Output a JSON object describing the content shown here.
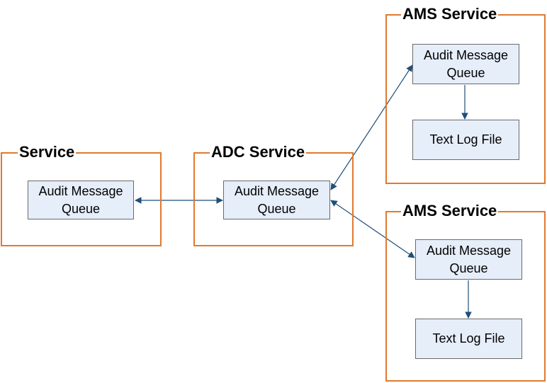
{
  "diagram": {
    "colors": {
      "group_border": "#e07a2e",
      "node_fill": "#e6eefa",
      "node_border": "#6a6a6a",
      "arrow": "#1f4e79"
    },
    "groups": [
      {
        "id": "service",
        "title": "Service"
      },
      {
        "id": "adc",
        "title": "ADC Service"
      },
      {
        "id": "ams1",
        "title": "AMS Service"
      },
      {
        "id": "ams2",
        "title": "AMS Service"
      }
    ],
    "nodes": [
      {
        "id": "service-queue",
        "label": "Audit Message\nQueue"
      },
      {
        "id": "adc-queue",
        "label": "Audit Message\nQueue"
      },
      {
        "id": "ams1-queue",
        "label": "Audit Message\nQueue"
      },
      {
        "id": "ams1-log",
        "label": "Text Log File"
      },
      {
        "id": "ams2-queue",
        "label": "Audit Message\nQueue"
      },
      {
        "id": "ams2-log",
        "label": "Text Log File"
      }
    ],
    "edges": [
      {
        "from": "service-queue",
        "to": "adc-queue",
        "direction": "both"
      },
      {
        "from": "adc-queue",
        "to": "ams1-queue",
        "direction": "both"
      },
      {
        "from": "adc-queue",
        "to": "ams2-queue",
        "direction": "both"
      },
      {
        "from": "ams1-queue",
        "to": "ams1-log",
        "direction": "forward"
      },
      {
        "from": "ams2-queue",
        "to": "ams2-log",
        "direction": "forward"
      }
    ]
  }
}
